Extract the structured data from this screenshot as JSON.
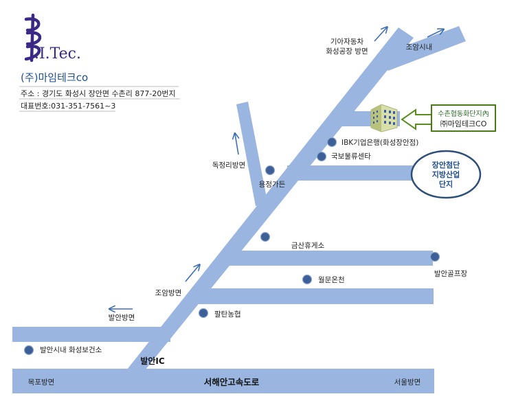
{
  "company": {
    "logo_text": ".I.Tec.",
    "name": "(주)마임테크co",
    "address": "주소 : 경기도 화성시 장안면 수촌리 877-20번지",
    "phone": "대표번호:031-351-7561~3"
  },
  "destination": {
    "line1": "수촌협동화단지內",
    "line2": "㈜마임테크CO"
  },
  "industrial_complex": {
    "lines": [
      "장안첨단",
      "지방산업",
      "단지"
    ]
  },
  "direction_labels": {
    "kia": [
      "기아자동차",
      "화성공장 방면"
    ],
    "joam_city": "조암시내",
    "dokjeong": "독정리방면",
    "joam_dir": "조암방면",
    "baran_dir": "발안방면",
    "mokpo": "목포방면",
    "seoul": "서울방면"
  },
  "landmarks": {
    "ibk": "IBK기업은행(화성장안점)",
    "gukbo": "국보물류센타",
    "yongjeong": "용정가든",
    "geumsan": "금산휴게소",
    "baran_golf": "발안골프장",
    "wolmun": "월문온천",
    "paltan": "팔탄농협",
    "baran_health": "발안시내 화성보건소"
  },
  "highway": {
    "name": "서해안고속도로",
    "ic": "발안IC"
  },
  "colors": {
    "road": "#9ab6e0",
    "marker": "#3d5f98",
    "arrow": "#3d6fb5",
    "callout_border": "#4a7a14",
    "callout_arrow": "#5a8c1e",
    "ellipse_border": "#2c4f7a",
    "ellipse_text": "#1f4f8e"
  }
}
